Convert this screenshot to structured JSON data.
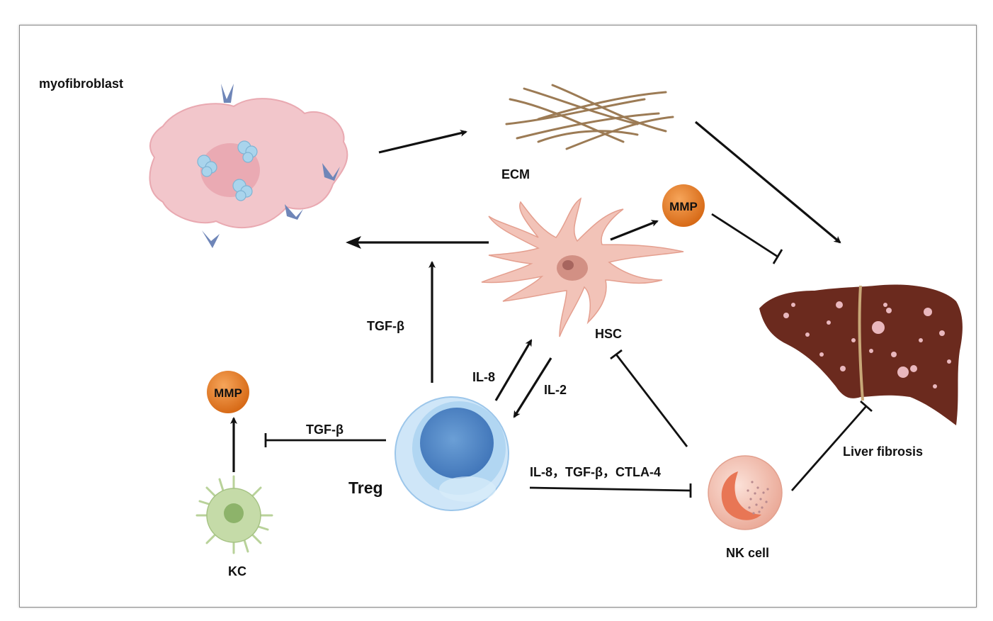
{
  "labels": {
    "myofibroblast": "myofibroblast",
    "ecm": "ECM",
    "mmp_top": "MMP",
    "mmp_left": "MMP",
    "hsc": "HSC",
    "liver_fibrosis": "Liver fibrosis",
    "tgf_beta_up": "TGF-β",
    "il8": "IL-8",
    "il2": "IL-2",
    "tgf_beta_left": "TGF-β",
    "treg": "Treg",
    "kc": "KC",
    "nk_cell": "NK cell",
    "nk_signals": "IL-8，TGF-β，CTLA-4"
  },
  "colors": {
    "myofibroblast": "#f2c6cb",
    "mmp": "#e8822a",
    "hsc": "#f2c3b8",
    "liver": "#6b2a1e",
    "treg": "#a9d2f0",
    "kc": "#b9d29a",
    "nk": "#f0b6a6",
    "ecm": "#9c7b55"
  }
}
